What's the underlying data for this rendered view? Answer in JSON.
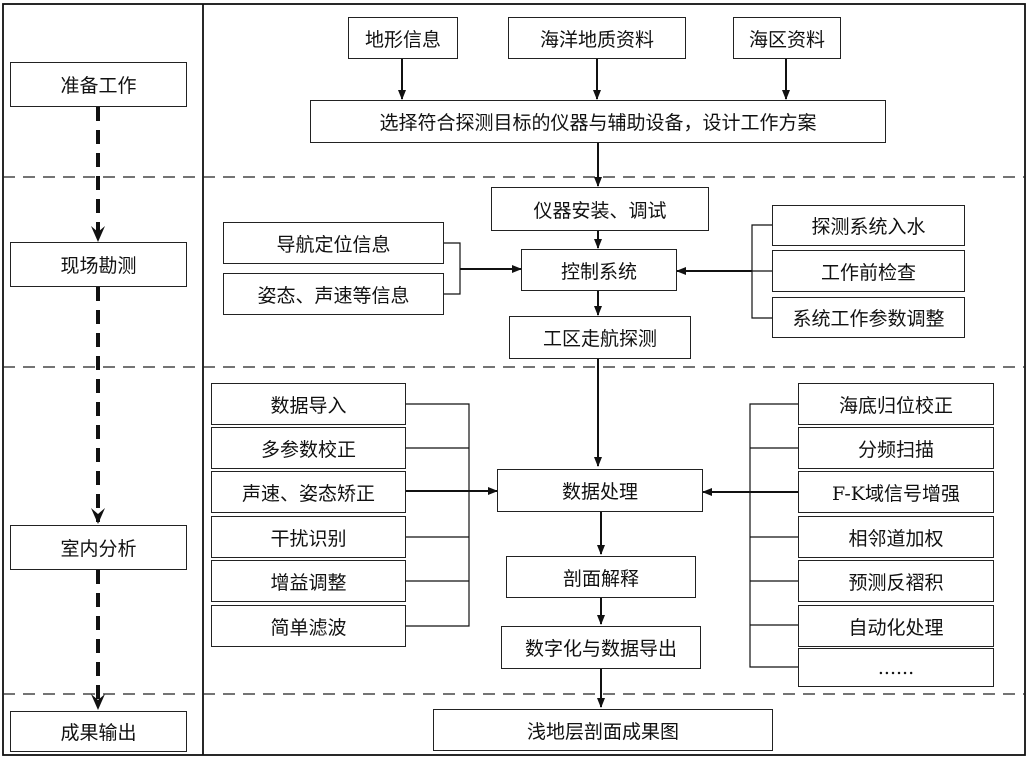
{
  "stages": [
    {
      "label": "准备工作"
    },
    {
      "label": "现场勘测"
    },
    {
      "label": "室内分析"
    },
    {
      "label": "成果输出"
    }
  ],
  "prep": {
    "inputs": [
      "地形信息",
      "海洋地质资料",
      "海区资料"
    ],
    "plan": "选择符合探测目标的仪器与辅助设备，设计工作方案"
  },
  "survey": {
    "install": "仪器安装、调试",
    "control": "控制系统",
    "left_inputs": [
      "导航定位信息",
      "姿态、声速等信息"
    ],
    "right_inputs": [
      "探测系统入水",
      "工作前检查",
      "系统工作参数调整"
    ],
    "navigation": "工区走航探测"
  },
  "analysis": {
    "processing": "数据处理",
    "left_steps": [
      "数据导入",
      "多参数校正",
      "声速、姿态矫正",
      "干扰识别",
      "增益调整",
      "简单滤波"
    ],
    "right_steps": [
      "海底归位校正",
      "分频扫描",
      "F-K域信号增强",
      "相邻道加权",
      "预测反褶积",
      "自动化处理",
      "......"
    ],
    "interpret": "剖面解释",
    "export": "数字化与数据导出"
  },
  "output": {
    "result": "浅地层剖面成果图"
  }
}
